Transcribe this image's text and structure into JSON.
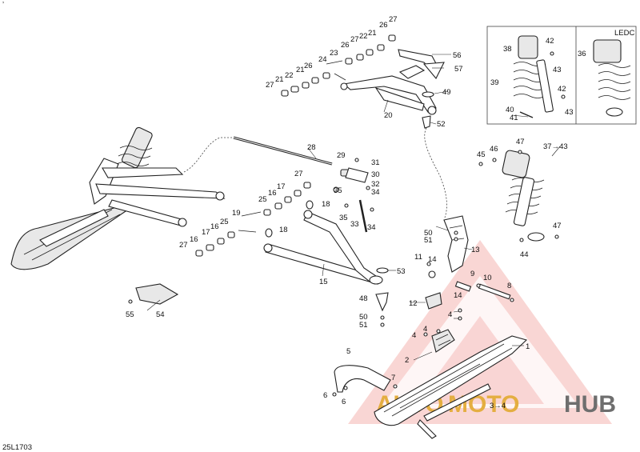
{
  "diagram_code": "25L1703",
  "corner_mark": "ʼ",
  "inset": {
    "label": "LEDC"
  },
  "watermark": {
    "part1": "AUTO",
    "part2": "MOTO",
    "part3": "HUB"
  },
  "colors": {
    "line": "#222222",
    "watermark_red": "#e8504a",
    "watermark_gold": "#e0a020",
    "watermark_gray": "#555555"
  },
  "callouts": {
    "c1": "1",
    "c2": "2",
    "c3": "3",
    "c3arrow": "3→4",
    "c4a": "4",
    "c4b": "4",
    "c4c": "4",
    "c5": "5",
    "c6a": "6",
    "c6b": "6",
    "c7": "7",
    "c8": "8",
    "c9": "9",
    "c10": "10",
    "c11": "11",
    "c12": "12",
    "c13": "13",
    "c14a": "14",
    "c14b": "14",
    "c15": "15",
    "c16a": "16",
    "c16b": "16",
    "c16c": "16",
    "c17a": "17",
    "c17b": "17",
    "c18a": "18",
    "c18b": "18",
    "c19": "19",
    "c20": "20",
    "c21a": "21",
    "c21b": "21",
    "c21c": "21",
    "c22a": "22",
    "c22b": "22",
    "c23": "23",
    "c24": "24",
    "c25a": "25",
    "c25b": "25",
    "c26a": "26",
    "c26b": "26",
    "c26c": "26",
    "c27a": "27",
    "c27b": "27",
    "c27c": "27",
    "c27d": "27",
    "c28": "28",
    "c29": "29",
    "c30": "30",
    "c31": "31",
    "c32": "32",
    "c33": "33",
    "c34a": "34",
    "c34b": "34",
    "c35a": "35",
    "c35b": "35",
    "c36": "36",
    "c37": "37→43",
    "c38": "38",
    "c39": "39",
    "c40": "40",
    "c41": "41",
    "c42a": "42",
    "c42b": "42",
    "c43a": "43",
    "c43b": "43",
    "c44": "44",
    "c45": "45",
    "c46": "46",
    "c47a": "47",
    "c47b": "47",
    "c48": "48",
    "c49": "49",
    "c50a": "50",
    "c50b": "50",
    "c51a": "51",
    "c51b": "51",
    "c52": "52",
    "c53": "53",
    "c54": "54",
    "c55": "55",
    "c56": "56",
    "c57": "57"
  }
}
